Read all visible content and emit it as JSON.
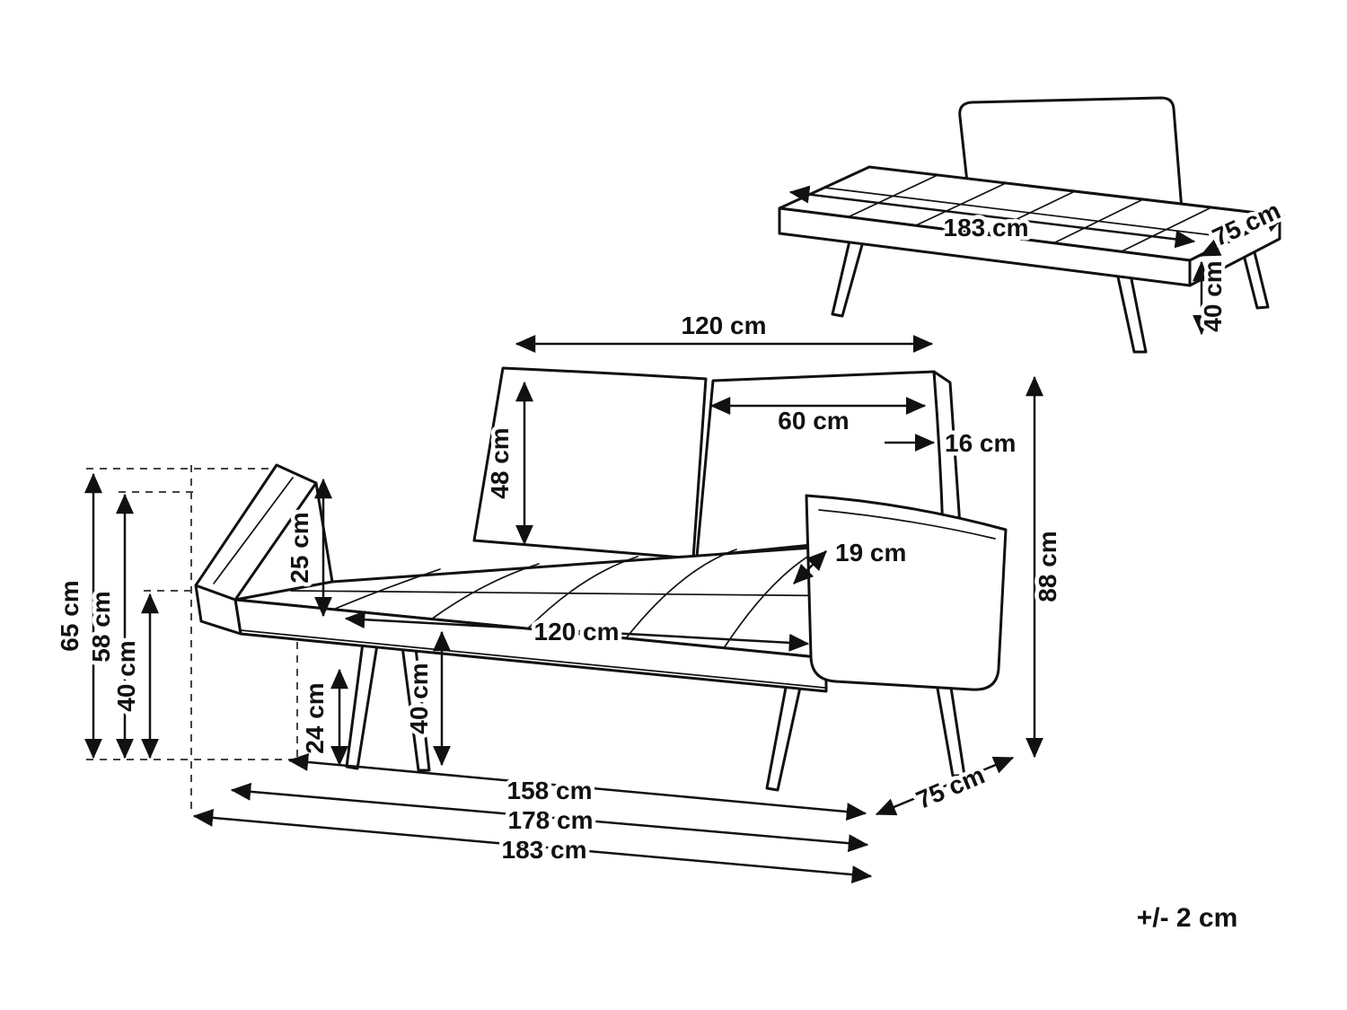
{
  "diagram": {
    "tolerance": "+/- 2 cm"
  },
  "daybed_view": {
    "length_label": "183 cm",
    "depth_label": "75 cm",
    "leg_height_label": "40 cm"
  },
  "sofa_view": {
    "back_width_label": "120 cm",
    "back_cushion_height_label": "48 cm",
    "back_cushion_width_label": "60 cm",
    "back_thickness_label": "16 cm",
    "overall_height_label": "88 cm",
    "armrest_height_label": "25 cm",
    "armrest_width_label": "19 cm",
    "seat_width_label": "120 cm",
    "seat_height_label": "40 cm",
    "underframe_height_label": "24 cm",
    "left_total_height_label": "65 cm",
    "left_mid_height_label": "58 cm",
    "left_seat_height_label": "40 cm",
    "length_seat_label": "158 cm",
    "length_mid_label": "178 cm",
    "length_total_label": "183 cm",
    "depth_label": "75 cm"
  }
}
